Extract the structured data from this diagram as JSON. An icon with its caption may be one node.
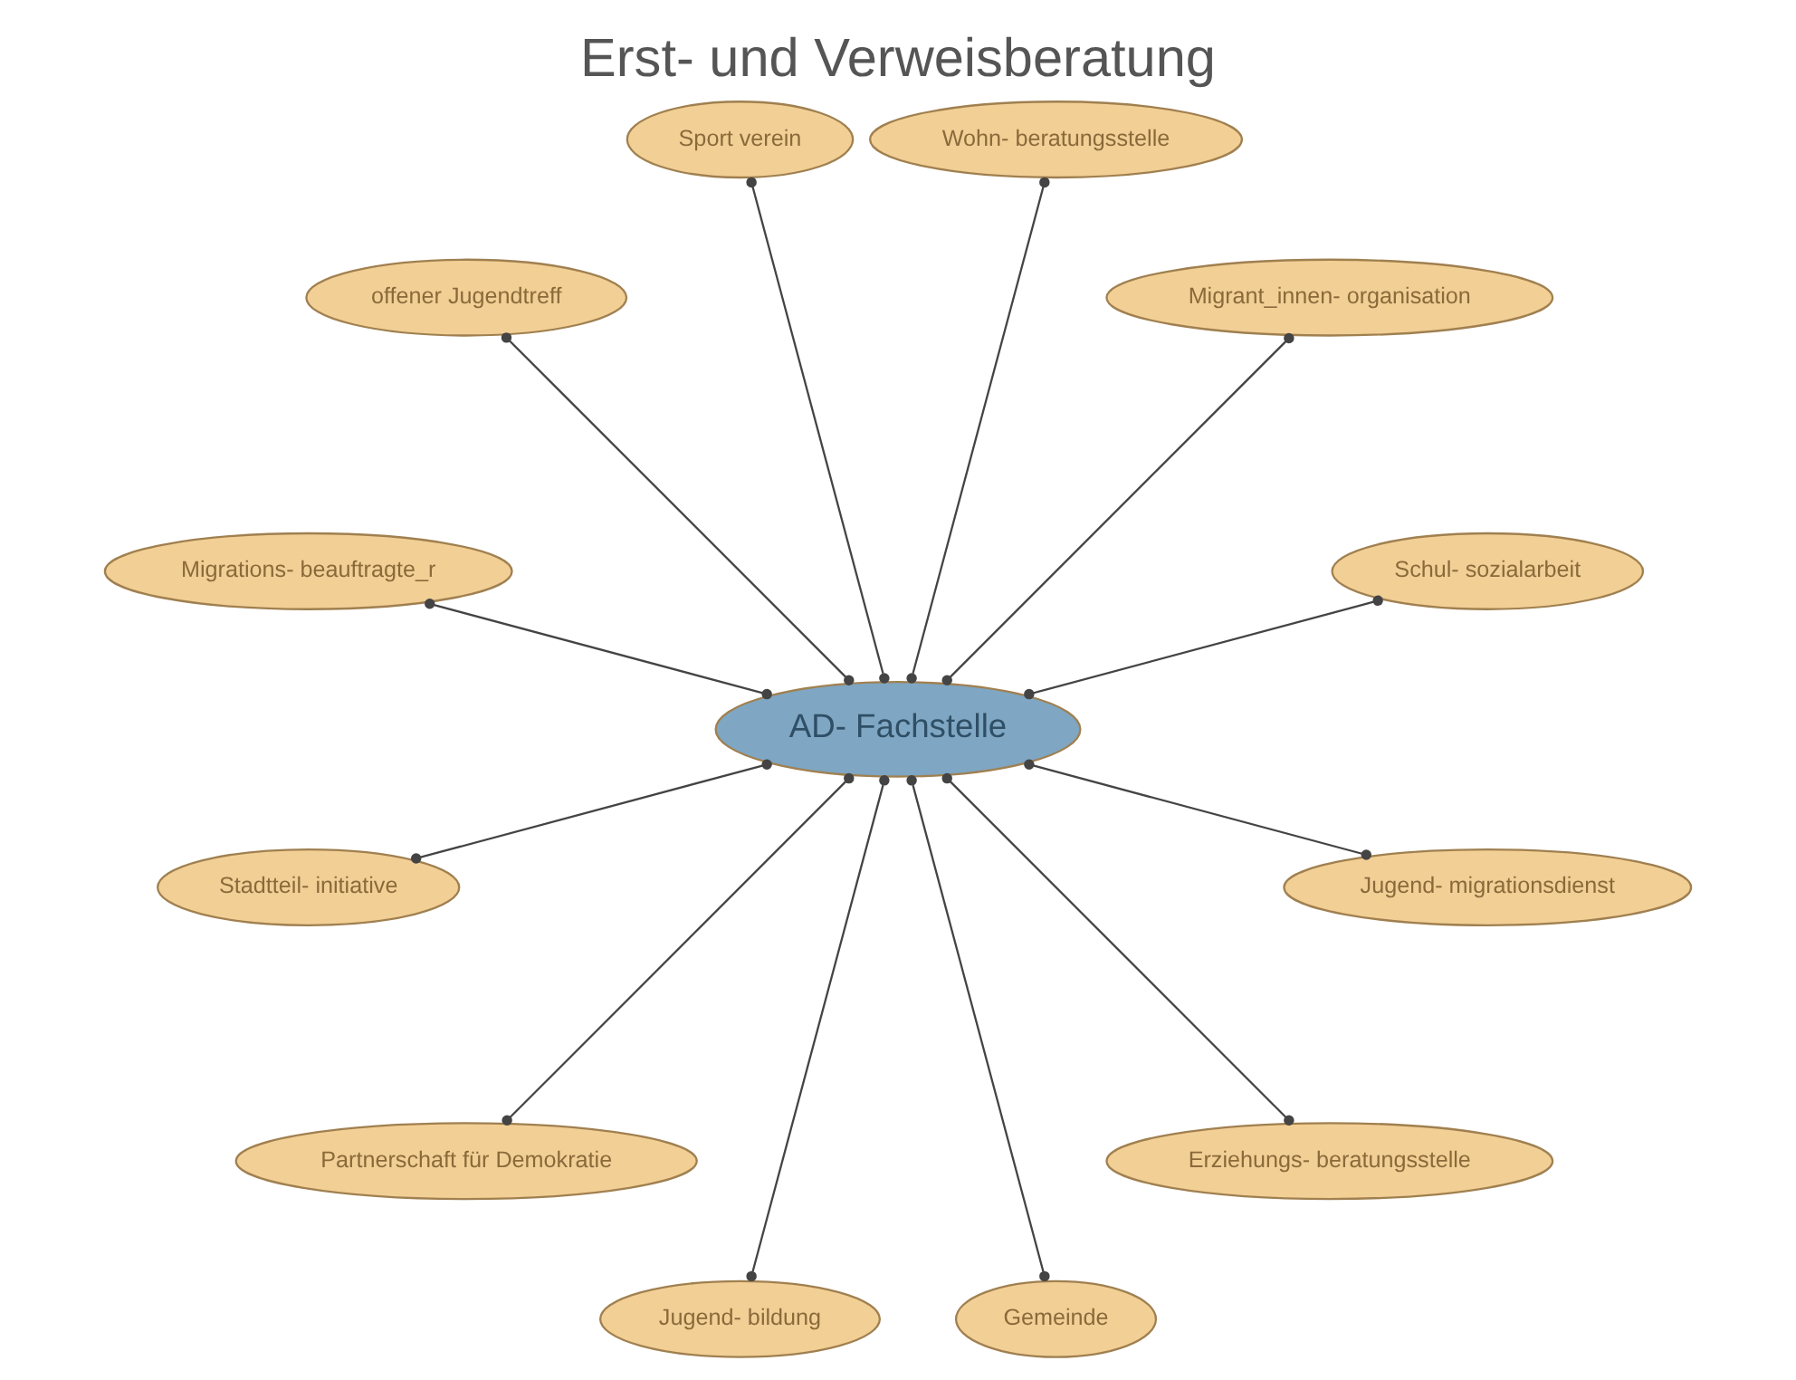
{
  "diagram": {
    "title": "Erst- und Verweisberatung",
    "nodes": [
      {
        "text": [
          "AD- Fachstelle"
        ]
      },
      {
        "text": [
          "Schul- sozialarbeit"
        ]
      },
      {
        "text": [
          "Migrant_innen- organisation"
        ]
      },
      {
        "text": [
          "Wohn- beratungsstelle"
        ]
      },
      {
        "text": [
          "Sport verein"
        ]
      },
      {
        "text": [
          "offener Jugendtreff"
        ]
      },
      {
        "text": [
          "Migrations- beauftragte_r"
        ]
      },
      {
        "text": [
          "Stadtteil- initiative"
        ]
      },
      {
        "text": [
          "Partnerschaft für Demokratie"
        ]
      },
      {
        "text": [
          "Jugend- bildung"
        ]
      },
      {
        "text": [
          "Gemeinde"
        ]
      },
      {
        "text": [
          "Erziehungs- beratungsstelle"
        ]
      },
      {
        "text": [
          "Jugend- migrationsdienst"
        ]
      }
    ],
    "edges": [
      {
        "from": 0,
        "to": 1,
        "arrow": "other"
      },
      {
        "from": 0,
        "to": 2,
        "arrow": "other"
      },
      {
        "from": 0,
        "to": 3,
        "arrow": "other"
      },
      {
        "from": 0,
        "to": 4,
        "arrow": "other"
      },
      {
        "from": 0,
        "to": 5,
        "arrow": "other"
      },
      {
        "from": 0,
        "to": 6,
        "arrow": "other"
      },
      {
        "from": 0,
        "to": 7,
        "arrow": "other"
      },
      {
        "from": 0,
        "to": 8,
        "arrow": "other"
      },
      {
        "from": 0,
        "to": 9,
        "arrow": "other"
      },
      {
        "from": 0,
        "to": 10,
        "arrow": "other"
      },
      {
        "from": 0,
        "to": 11,
        "arrow": "other"
      },
      {
        "from": 0,
        "to": 12,
        "arrow": "other"
      }
    ]
  }
}
